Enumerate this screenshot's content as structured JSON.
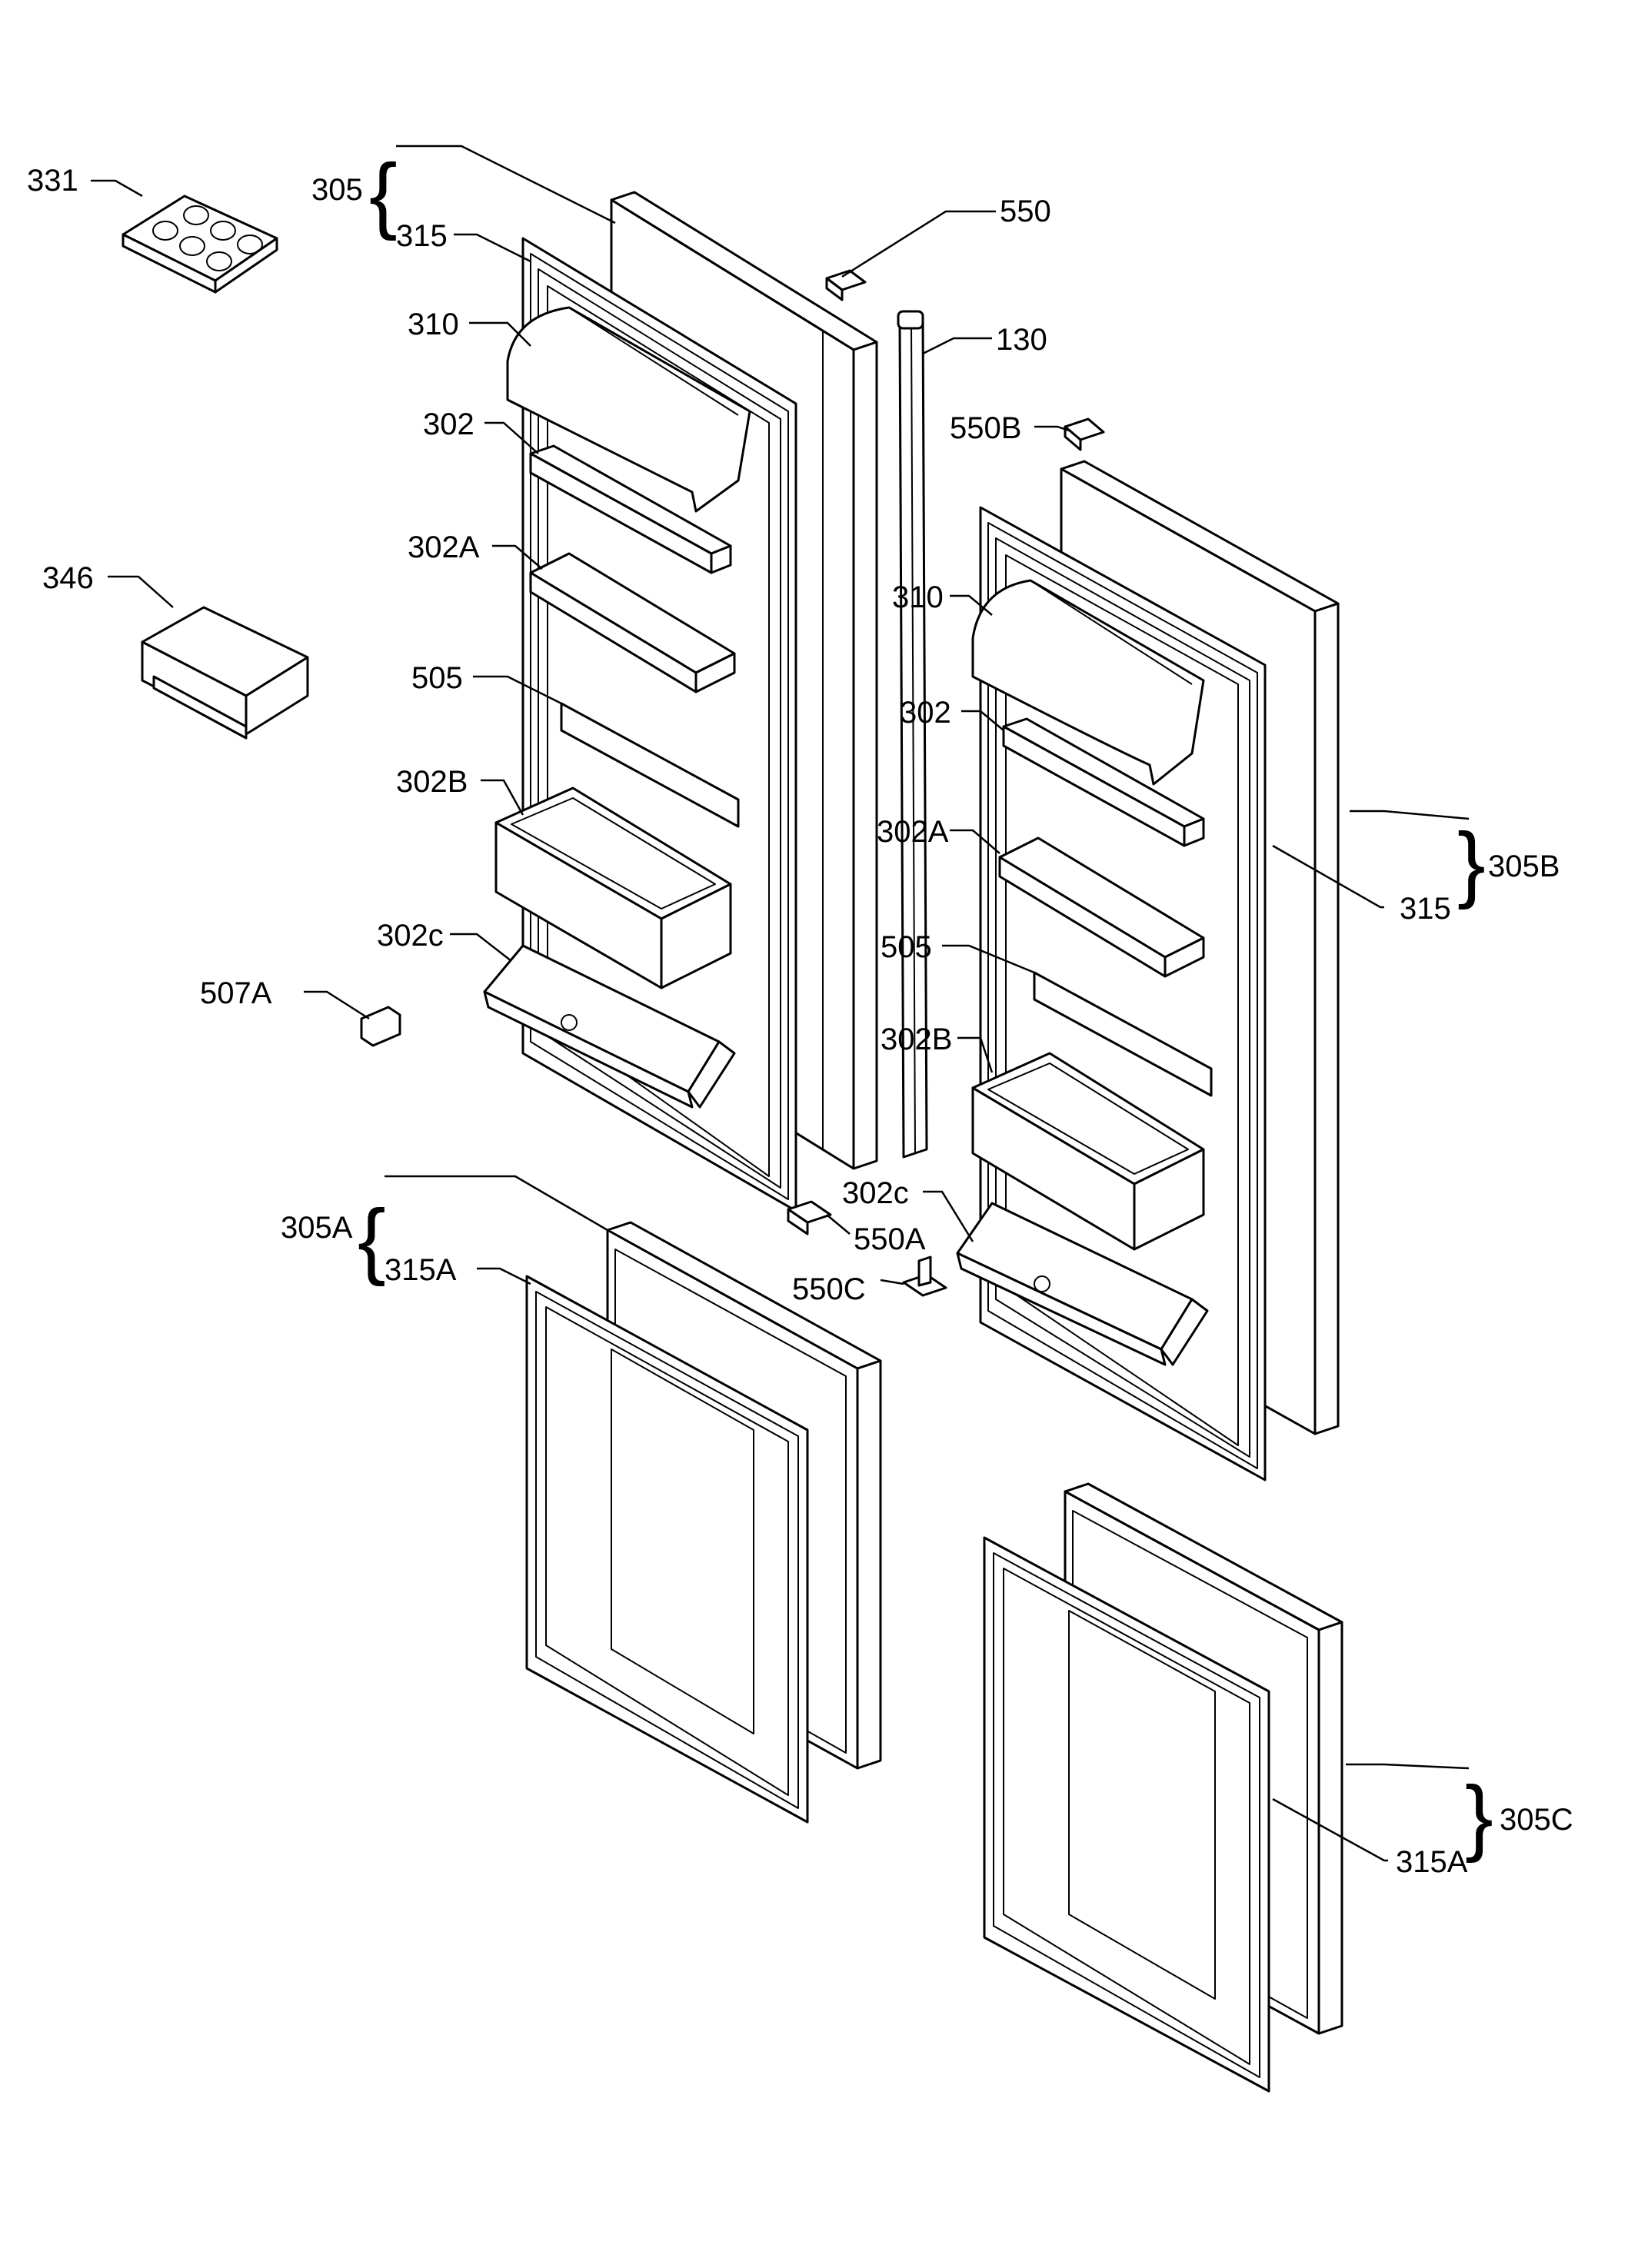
{
  "labels": {
    "p331": "331",
    "p305": "305",
    "p315": "315",
    "p550": "550",
    "p130": "130",
    "p310_left": "310",
    "p302_left": "302",
    "p302A_left": "302A",
    "p346": "346",
    "p505_left": "505",
    "p302B_left": "302B",
    "p302c_left": "302c",
    "p507A": "507A",
    "p550B": "550B",
    "p310_right": "310",
    "p302_right": "302",
    "p302A_right": "302A",
    "p505_right": "505",
    "p302B_right": "302B",
    "p302c_right": "302c",
    "p305B": "305B",
    "p315_right": "315",
    "p305A": "305A",
    "p315A_left": "315A",
    "p550A": "550A",
    "p550C": "550C",
    "p305C": "305C",
    "p315A_right": "315A"
  }
}
